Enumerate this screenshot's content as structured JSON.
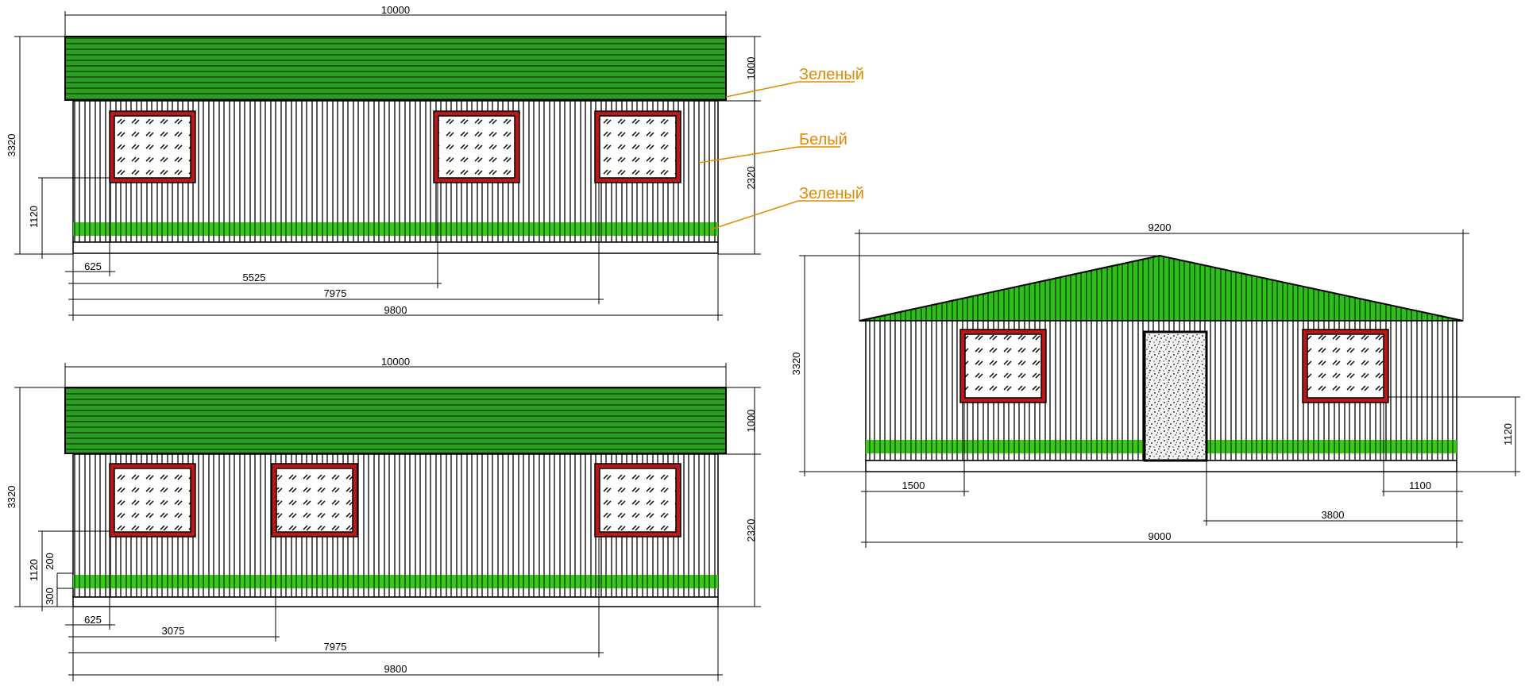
{
  "colors": {
    "roof_green": "#2b9e22",
    "trim_green": "#3cc818",
    "wall_white": "#ffffff",
    "window_frame_red": "#b81818",
    "callout_orange": "#e08a00"
  },
  "callouts": {
    "roof": "Зеленый",
    "wall": "Белый",
    "trim": "Зеленый"
  },
  "elevation_1": {
    "overall_length": "10000",
    "total_height": "3320",
    "roof_height": "1000",
    "wall_height": "2320",
    "sill_height": "1120",
    "offsets": [
      "625",
      "5525",
      "7975",
      "9800"
    ]
  },
  "elevation_2": {
    "overall_length": "10000",
    "total_height": "3320",
    "roof_height": "1000",
    "wall_height": "2320",
    "sill_height": "1120",
    "trim_top": "200",
    "base_height": "300",
    "offsets": [
      "625",
      "3075",
      "7975",
      "9800"
    ]
  },
  "elevation_3": {
    "overall_width": "9200",
    "total_height": "3320",
    "sill_height": "1120",
    "left_window_offset": "1500",
    "right_window_offset": "1100",
    "door_offset": "3800",
    "base_width": "9000"
  }
}
